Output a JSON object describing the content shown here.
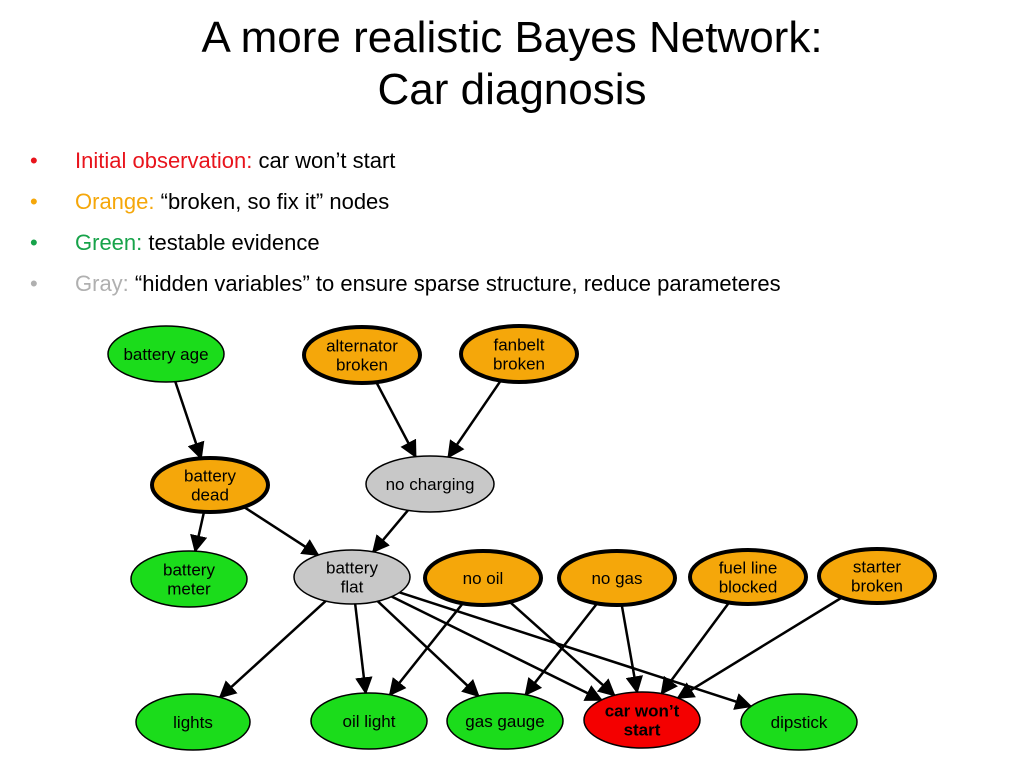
{
  "title": {
    "line1": "A more realistic Bayes Network:",
    "line2": "Car diagnosis"
  },
  "bullets": [
    {
      "key": "Initial observation:",
      "text": "car won’t start",
      "color": "#e8141c"
    },
    {
      "key": "Orange:",
      "text": "“broken, so fix it” nodes",
      "color": "#f5a70a"
    },
    {
      "key": "Green:",
      "text": "testable evidence",
      "color": "#17a34a"
    },
    {
      "key": "Gray:",
      "text": "“hidden variables” to ensure sparse structure, reduce parameteres",
      "color": "#b0b0b0"
    }
  ],
  "colors": {
    "green": "#1bdc1b",
    "orange": "#f5a70a",
    "gray": "#c8c8c8",
    "red": "#f40000"
  },
  "nodes": {
    "battery_age": {
      "lines": [
        "battery age"
      ],
      "color": "green"
    },
    "alternator_broken": {
      "lines": [
        "alternator",
        "broken"
      ],
      "color": "orange"
    },
    "fanbelt_broken": {
      "lines": [
        "fanbelt",
        "broken"
      ],
      "color": "orange"
    },
    "battery_dead": {
      "lines": [
        "battery",
        "dead"
      ],
      "color": "orange"
    },
    "no_charging": {
      "lines": [
        "no charging"
      ],
      "color": "gray"
    },
    "battery_meter": {
      "lines": [
        "battery",
        "meter"
      ],
      "color": "green"
    },
    "battery_flat": {
      "lines": [
        "battery",
        "flat"
      ],
      "color": "gray"
    },
    "no_oil": {
      "lines": [
        "no oil"
      ],
      "color": "orange"
    },
    "no_gas": {
      "lines": [
        "no gas"
      ],
      "color": "orange"
    },
    "fuel_line_blocked": {
      "lines": [
        "fuel line",
        "blocked"
      ],
      "color": "orange"
    },
    "starter_broken": {
      "lines": [
        "starter",
        "broken"
      ],
      "color": "orange"
    },
    "lights": {
      "lines": [
        "lights"
      ],
      "color": "green"
    },
    "oil_light": {
      "lines": [
        "oil light"
      ],
      "color": "green"
    },
    "gas_gauge": {
      "lines": [
        "gas gauge"
      ],
      "color": "green"
    },
    "car_wont_start": {
      "lines": [
        "car won’t",
        "start"
      ],
      "color": "red"
    },
    "dipstick": {
      "lines": [
        "dipstick"
      ],
      "color": "green"
    }
  },
  "edges": [
    [
      "battery_age",
      "battery_dead"
    ],
    [
      "alternator_broken",
      "no_charging"
    ],
    [
      "fanbelt_broken",
      "no_charging"
    ],
    [
      "battery_dead",
      "battery_meter"
    ],
    [
      "battery_dead",
      "battery_flat"
    ],
    [
      "no_charging",
      "battery_flat"
    ],
    [
      "battery_flat",
      "lights"
    ],
    [
      "battery_flat",
      "oil_light"
    ],
    [
      "battery_flat",
      "gas_gauge"
    ],
    [
      "battery_flat",
      "car_wont_start"
    ],
    [
      "battery_flat",
      "dipstick"
    ],
    [
      "no_oil",
      "oil_light"
    ],
    [
      "no_oil",
      "car_wont_start"
    ],
    [
      "no_gas",
      "gas_gauge"
    ],
    [
      "no_gas",
      "car_wont_start"
    ],
    [
      "fuel_line_blocked",
      "car_wont_start"
    ],
    [
      "starter_broken",
      "car_wont_start"
    ]
  ]
}
